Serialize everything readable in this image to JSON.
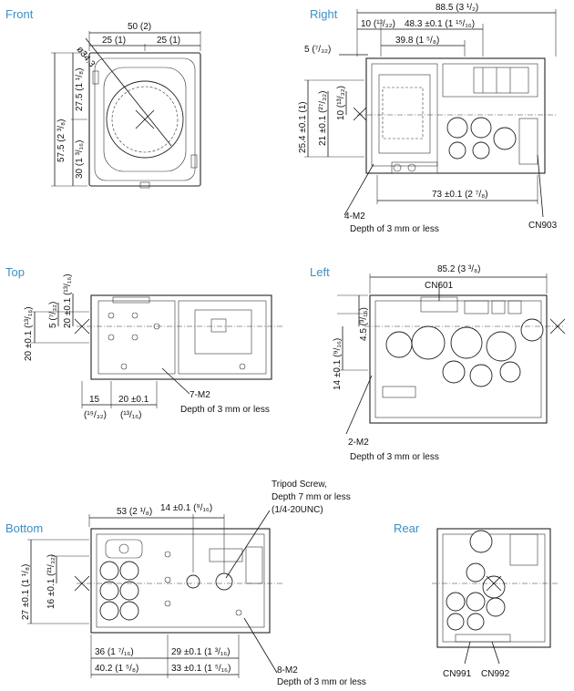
{
  "views": {
    "front": {
      "title": "Front",
      "width_total": "50 (2)",
      "width_left": "25 (1)",
      "width_right": "25 (1)",
      "diameter": "ø34.3",
      "height_total": "57.5 (2 ³/₈)",
      "height_upper": "27.5 (1 ¹/₈)",
      "height_lower": "30 (1 ³/₁₆)"
    },
    "right": {
      "title": "Right",
      "overall": "88.5 (3 ¹/₂)",
      "dim_a": "10 (¹³/₃₂)",
      "dim_b": "48.3 ±0.1 (1 ¹⁵/₁₆)",
      "dim_c": "39.8 (1 ⁵/₈)",
      "dim_d": "5 (⁷/₃₂)",
      "v_a": "10 (¹³/₃₂)",
      "v_b": "21 ±0.1 (²⁷/₃₂)",
      "v_c": "25.4 ±0.1 (1)",
      "bottom": "73 ±0.1 (2 ⁷/₈)",
      "screw": "4-M2",
      "depth": "Depth of 3 mm or less",
      "connector": "CN903"
    },
    "top": {
      "title": "Top",
      "v_a": "20 ±0.1 (¹³/₁₆)",
      "v_b": "5 (⁷/₃₂)",
      "v_c": "20 ±0.1 (¹³/₁₆)",
      "h_a": "15",
      "h_a_frac": "(¹⁹/₃₂)",
      "h_b": "20 ±0.1",
      "h_b_frac": "(¹³/₁₆)",
      "screw": "7-M2",
      "depth": "Depth of 3 mm or less"
    },
    "left": {
      "title": "Left",
      "overall": "85.2 (3 ³/₈)",
      "connector": "CN601",
      "v_a": "4.5 (³/₁₆)",
      "v_b": "14 ±0.1 (⁹/₁₆)",
      "screw": "2-M2",
      "depth": "Depth of 3 mm or less"
    },
    "bottom": {
      "title": "Bottom",
      "top_a": "53 (2 ¹/₈)",
      "top_b": "14 ±0.1 (⁹/₁₆)",
      "tripod_1": "Tripod Screw,",
      "tripod_2": "Depth 7 mm or less",
      "tripod_3": "(1/4-20UNC)",
      "v_a": "27 ±0.1 (1 ¹/₈)",
      "v_b": "16 ±0.1 (²¹/₃₂)",
      "h_a": "36 (1 ⁷/₁₆)",
      "h_b": "29 ±0.1 (1 ³/₁₆)",
      "h_c": "40.2 (1 ⁵/₈)",
      "h_d": "33 ±0.1 (1 ⁵/₁₆)",
      "screw": "8-M2",
      "depth": "Depth of 3 mm or less"
    },
    "rear": {
      "title": "Rear",
      "cn_a": "CN991",
      "cn_b": "CN992"
    }
  },
  "colors": {
    "title": "#3d8fc4",
    "line": "#111111"
  }
}
